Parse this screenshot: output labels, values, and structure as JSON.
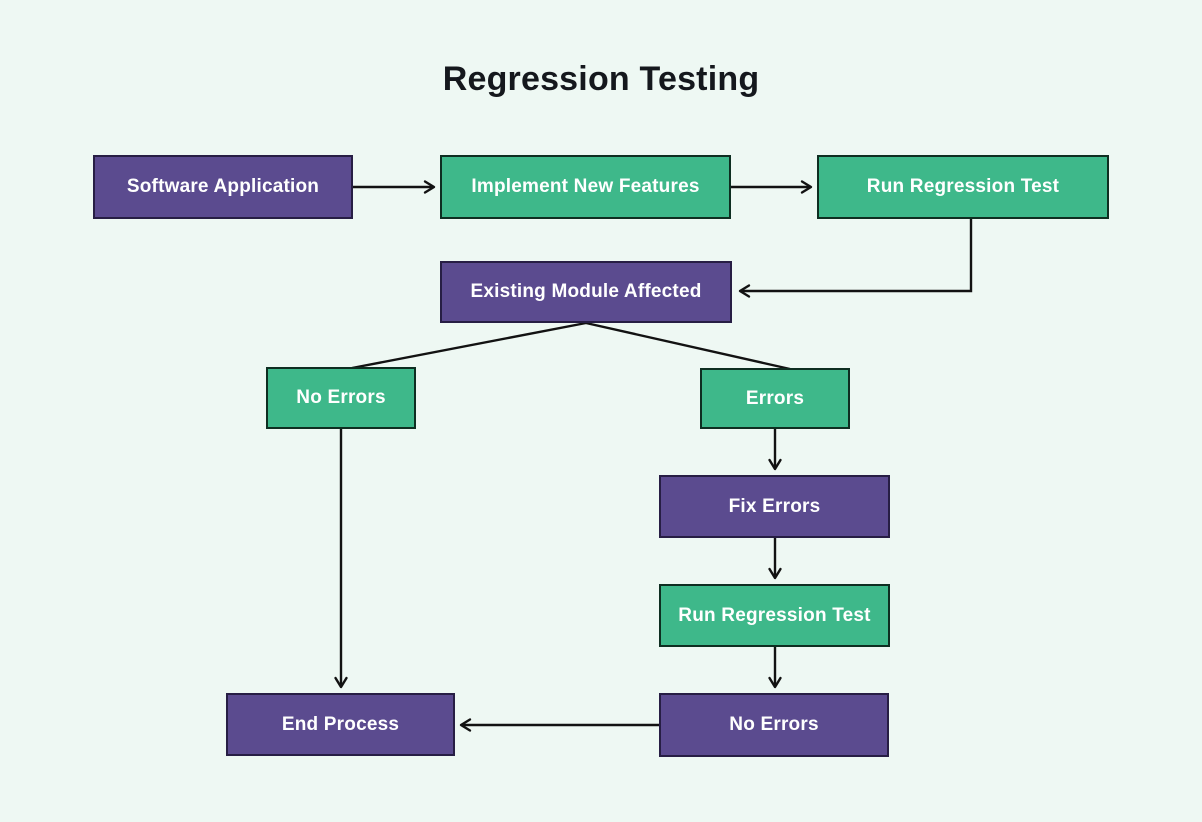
{
  "title": "Regression Testing",
  "colors": {
    "background": "#eef8f3",
    "node_purple_fill": "#5b4b8f",
    "node_purple_border": "#271e44",
    "node_green_fill": "#3eb88a",
    "node_green_border": "#0e2e21",
    "node_text": "#ffffff",
    "title_text": "#15181d",
    "arrow": "#121212"
  },
  "nodes": [
    {
      "id": "software-application",
      "label": "Software Application",
      "color": "purple"
    },
    {
      "id": "implement-new-features",
      "label": "Implement New Features",
      "color": "green"
    },
    {
      "id": "run-regression-test-1",
      "label": "Run Regression Test",
      "color": "green"
    },
    {
      "id": "existing-module-affected",
      "label": "Existing Module Affected",
      "color": "purple"
    },
    {
      "id": "no-errors-branch",
      "label": "No Errors",
      "color": "green"
    },
    {
      "id": "errors",
      "label": "Errors",
      "color": "green"
    },
    {
      "id": "fix-errors",
      "label": "Fix Errors",
      "color": "purple"
    },
    {
      "id": "run-regression-test-2",
      "label": "Run Regression Test",
      "color": "green"
    },
    {
      "id": "end-process",
      "label": "End Process",
      "color": "purple"
    },
    {
      "id": "no-errors-final",
      "label": "No Errors",
      "color": "purple"
    }
  ],
  "edges": [
    {
      "from": "software-application",
      "to": "implement-new-features",
      "arrowhead": true
    },
    {
      "from": "implement-new-features",
      "to": "run-regression-test-1",
      "arrowhead": true
    },
    {
      "from": "run-regression-test-1",
      "to": "existing-module-affected",
      "arrowhead": true
    },
    {
      "from": "existing-module-affected",
      "to": "no-errors-branch",
      "arrowhead": false
    },
    {
      "from": "existing-module-affected",
      "to": "errors",
      "arrowhead": false
    },
    {
      "from": "errors",
      "to": "fix-errors",
      "arrowhead": true
    },
    {
      "from": "fix-errors",
      "to": "run-regression-test-2",
      "arrowhead": true
    },
    {
      "from": "run-regression-test-2",
      "to": "no-errors-final",
      "arrowhead": true
    },
    {
      "from": "no-errors-branch",
      "to": "end-process",
      "arrowhead": true
    },
    {
      "from": "no-errors-final",
      "to": "end-process",
      "arrowhead": true
    }
  ]
}
